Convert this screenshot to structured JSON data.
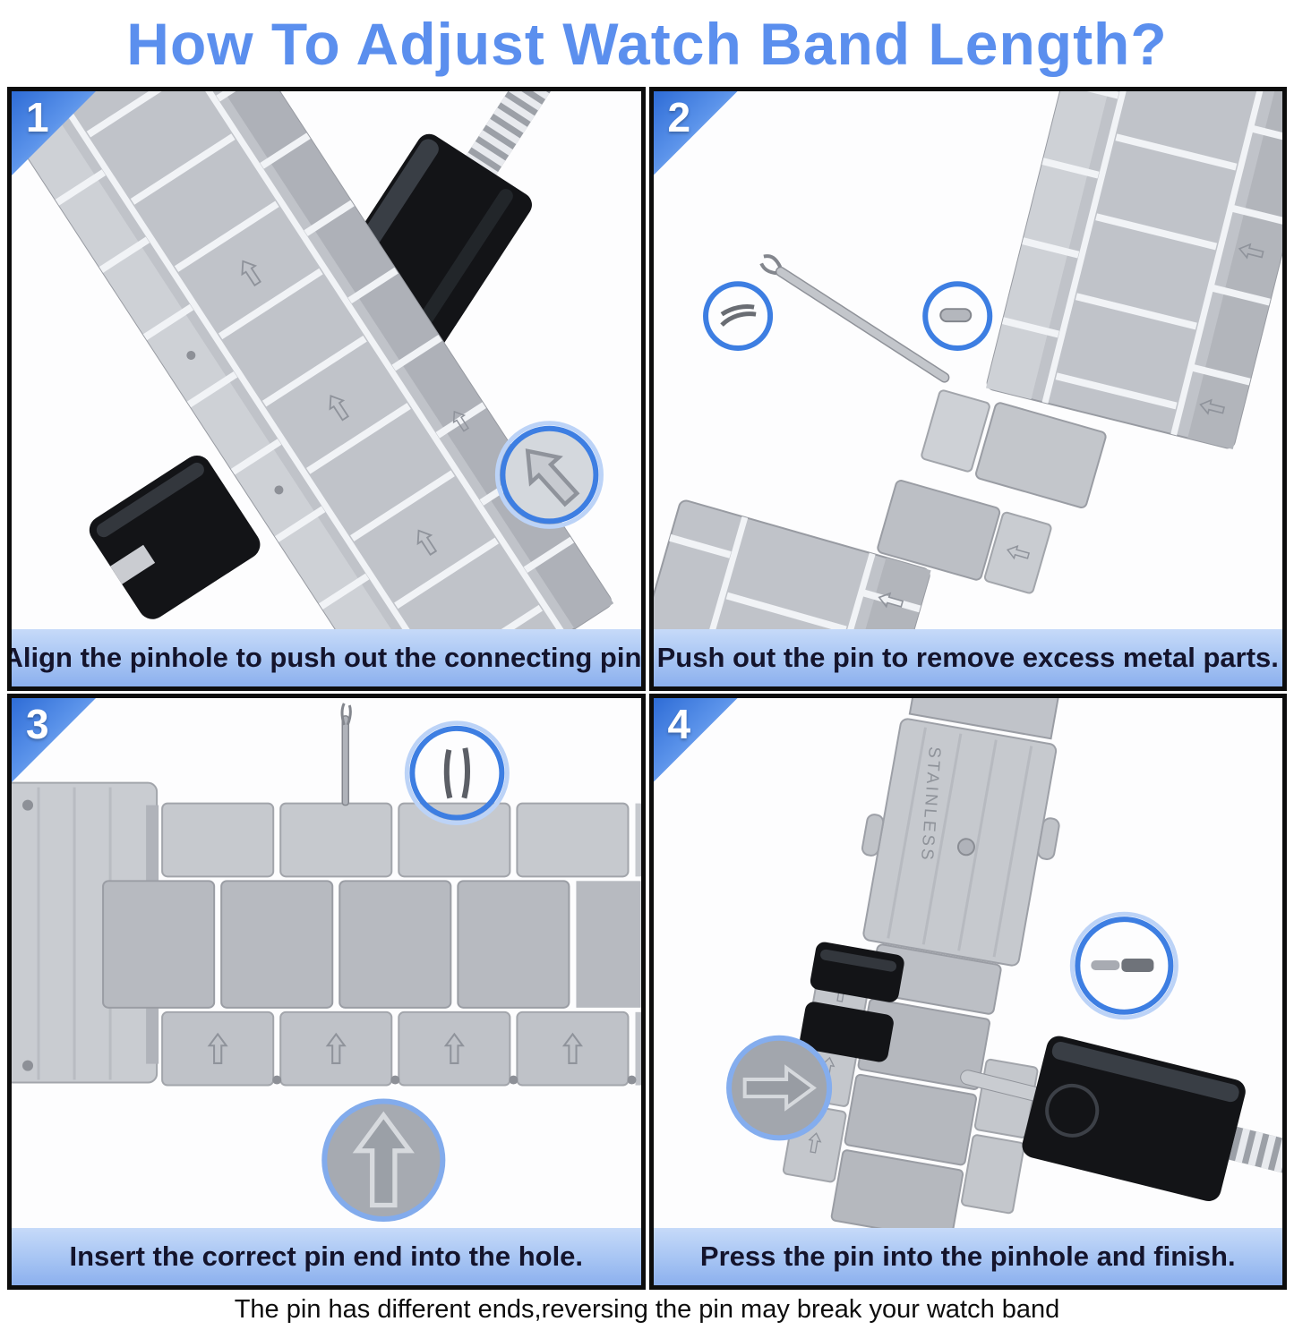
{
  "title": "How To Adjust Watch Band Length?",
  "steps": [
    {
      "number": "1",
      "caption": "Align the pinhole to push out the connecting pin."
    },
    {
      "number": "2",
      "caption": "Push out the pin to remove excess metal parts."
    },
    {
      "number": "3",
      "caption": "Insert the correct pin end into the hole."
    },
    {
      "number": "4",
      "caption": "Press the pin into the pinhole and finish."
    }
  ],
  "footer": {
    "note": "The pin has different ends,reversing the pin may break your watch band"
  },
  "photo_labels": {
    "clasp_engraving": "STAINLESS"
  },
  "colors": {
    "title_blue": "#5b8fee",
    "badge_blue": "#2e6cd6",
    "caption_bg": "#a6c4f3",
    "caption_text": "#14142c",
    "highlight_ring_blue": "#3d7ee2",
    "panel_border": "#0d0d0d"
  }
}
